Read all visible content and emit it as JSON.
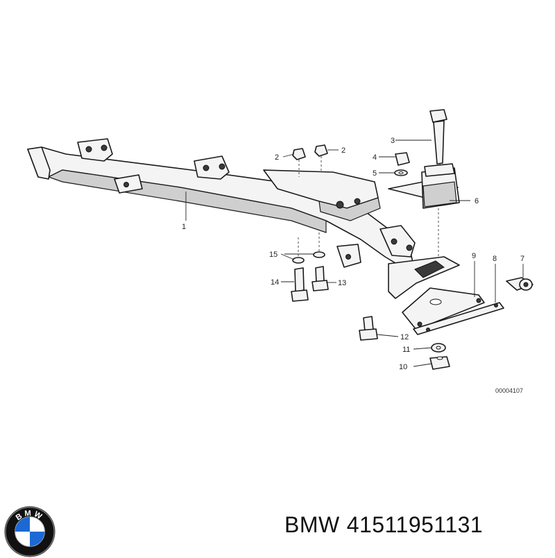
{
  "diagram": {
    "callouts": [
      "1",
      "2",
      "2",
      "3",
      "4",
      "5",
      "6",
      "7",
      "8",
      "9",
      "10",
      "11",
      "12",
      "13",
      "14",
      "15"
    ],
    "drawing_code": "00004107"
  },
  "brand": {
    "logo_letters": "BMW",
    "name": "BMW",
    "part_number": "41511951131",
    "colors": {
      "blue": "#1c69d4",
      "black": "#111111",
      "white": "#ffffff"
    }
  }
}
